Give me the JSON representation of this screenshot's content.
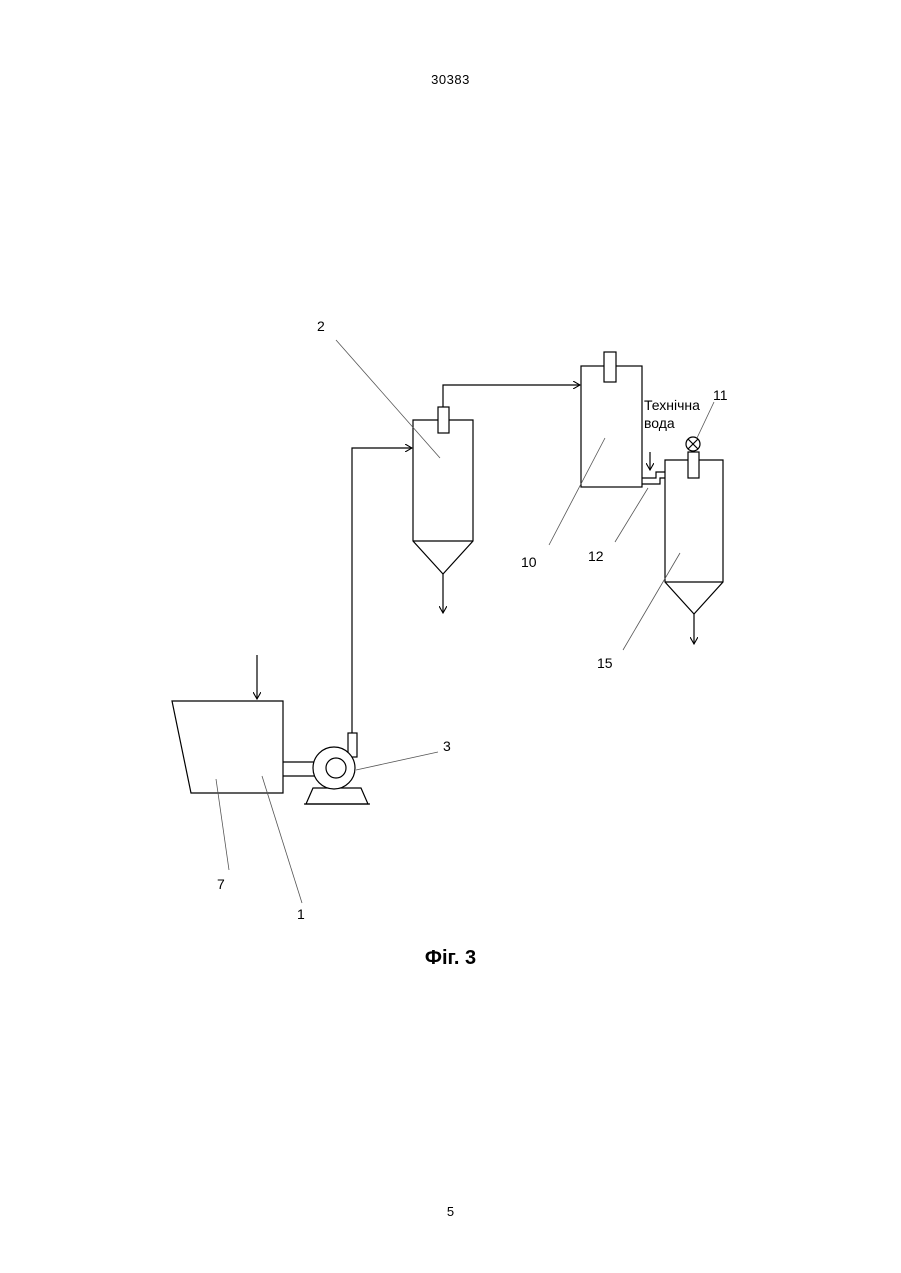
{
  "page": {
    "header": "30383",
    "page_number": "5",
    "caption": "Фіг. 3"
  },
  "labels": {
    "n1": "1",
    "n2": "2",
    "n3": "3",
    "n7": "7",
    "n10": "10",
    "n11": "11",
    "n12": "12",
    "n15": "15",
    "water_line1": "Технічна",
    "water_line2": "вода"
  }
}
